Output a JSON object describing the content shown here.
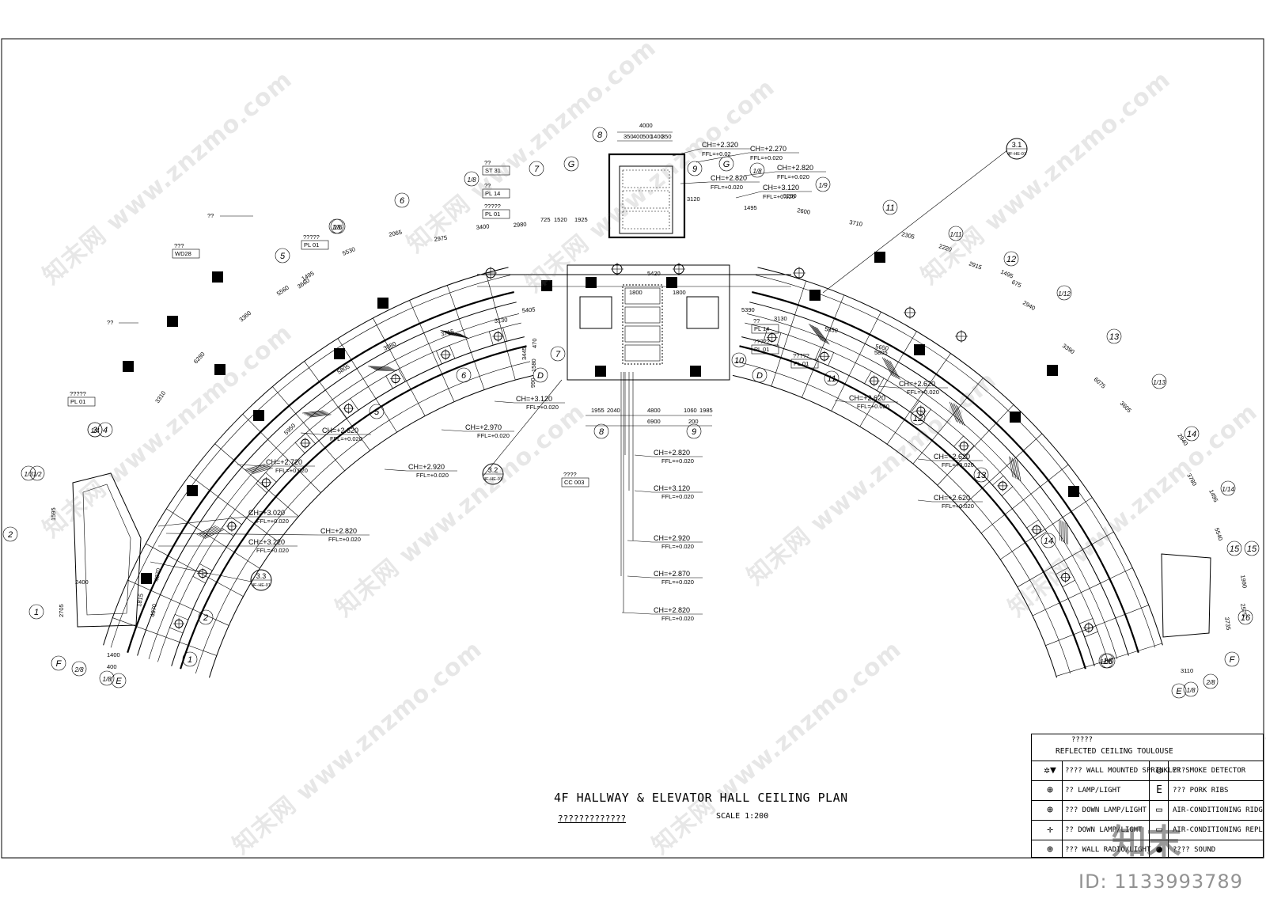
{
  "drawing": {
    "title": "4F HALLWAY & ELEVATOR HALL CEILING PLAN",
    "subtitle": "?????????????",
    "scale": "SCALE 1:200"
  },
  "legend": {
    "header_line1": "?????",
    "header_line2": "REFLECTED CEILING TOULOUSE",
    "rows": [
      {
        "left_icon": "sprinkler-icon",
        "left_label": "???? WALL MOUNTED SPRINKLER",
        "right_icon": "smoke-detector-icon",
        "right_label": "???SMOKE DETECTOR"
      },
      {
        "left_icon": "lamp-light-icon",
        "left_label": "??  LAMP/LIGHT",
        "right_icon": "pork-ribs-icon",
        "right_label": "??? PORK RIBS"
      },
      {
        "left_icon": "down-lamp-icon",
        "left_label": "??? DOWN LAMP/LIGHT",
        "right_icon": "air-conditioning-ridge-icon",
        "right_label": "AIR-CONDITIONING RIDG"
      },
      {
        "left_icon": "down-lamp-2-icon",
        "left_label": "?? DOWN LAMP/LIGHT",
        "right_icon": "air-conditioning-repl-icon",
        "right_label": "AIR-CONDITIONING REPL"
      },
      {
        "left_icon": "wall-radio-icon",
        "left_label": "??? WALL RADIO/LIGHT",
        "right_icon": "sound-icon",
        "right_label": "???? SOUND"
      }
    ]
  },
  "callouts": [
    {
      "text": "CH=+2.320"
    },
    {
      "text": "FFL=+0.02"
    },
    {
      "text": "CH=+2.270"
    },
    {
      "text": "FFL=+0.020"
    },
    {
      "text": "CH=+2.820"
    },
    {
      "text": "FFL=+0.020"
    },
    {
      "text": "CH=+2.820"
    },
    {
      "text": "FFL=+0.020"
    },
    {
      "text": "CH=+3.120"
    },
    {
      "text": "FFL=+0.020"
    },
    {
      "text": "CH=+3.120"
    },
    {
      "text": "FFL=+0.020"
    },
    {
      "text": "CH=+2.970"
    },
    {
      "text": "FFL=+0.020"
    },
    {
      "text": "CH=+2.920"
    },
    {
      "text": "FFL=+0.020"
    },
    {
      "text": "CH=+2.620"
    },
    {
      "text": "FFL=+0.020"
    },
    {
      "text": "CH=+2.720"
    },
    {
      "text": "FFL=+0.020"
    },
    {
      "text": "CH=+3.020"
    },
    {
      "text": "FFL=+0.020"
    },
    {
      "text": "CH=+3.220"
    },
    {
      "text": "FFL=+0.020"
    },
    {
      "text": "CH=+2.820"
    },
    {
      "text": "FFL=+0.020"
    },
    {
      "text": "CH=+2.620"
    },
    {
      "text": "FFL=+0.020"
    },
    {
      "text": "CH=+2.620"
    },
    {
      "text": "FFL=+0.020"
    },
    {
      "text": "CH=+2.620"
    },
    {
      "text": "FFL=+0.020"
    },
    {
      "text": "CH=+2.620"
    },
    {
      "text": "FFL=+0.020"
    },
    {
      "text": "CH=+2.820"
    },
    {
      "text": "FFL=+0.020"
    },
    {
      "text": "CH=+3.120"
    },
    {
      "text": "FFL=+0.020"
    },
    {
      "text": "CH=+2.920"
    },
    {
      "text": "FFL=+0.020"
    },
    {
      "text": "CH=+2.870"
    },
    {
      "text": "FFL=+0.020"
    },
    {
      "text": "CH=+2.820"
    },
    {
      "text": "FFL=+0.020"
    }
  ],
  "material_tags": [
    {
      "code": "??",
      "tag": "ST 31"
    },
    {
      "code": "??",
      "tag": "PL 14"
    },
    {
      "code": "?????",
      "tag": "PL 01"
    },
    {
      "code": "?????",
      "tag": "PL 01"
    },
    {
      "code": "???",
      "tag": "WD28"
    },
    {
      "code": "?????",
      "tag": "PL 01"
    },
    {
      "code": "??",
      "tag": "PL 14"
    },
    {
      "code": "?????",
      "tag": "PL 01"
    },
    {
      "code": "?????",
      "tag": "PL 01"
    },
    {
      "code": "????",
      "tag": "CC 003"
    }
  ],
  "leader_labels": [
    "??",
    "??"
  ],
  "section_marks": [
    {
      "num": "3.1",
      "ref": "4F-HE-01"
    },
    {
      "num": "3.2",
      "ref": "4F-HE-01"
    },
    {
      "num": "3.3",
      "ref": "4F-HE-01"
    }
  ],
  "grid_labels": [
    "8",
    "G",
    "9",
    "G",
    "7",
    "1/8",
    "1/9",
    "1/8",
    "6",
    "1/6",
    "5",
    "4",
    "3",
    "1/2",
    "2",
    "1",
    "F",
    "2/8",
    "1/8",
    "E",
    "11",
    "1/11",
    "12",
    "1/12",
    "13",
    "1/13",
    "14",
    "1/14",
    "15",
    "16",
    "1/16",
    "F",
    "2/8",
    "1/8",
    "E",
    "7",
    "10",
    "11",
    "12",
    "13",
    "14",
    "D",
    "D",
    "8",
    "9",
    "5",
    "6",
    "2",
    "1",
    "1/5",
    "1/4",
    "1/3",
    "15",
    "16"
  ],
  "dimensions": [
    "4000",
    "350",
    "400",
    "500",
    "1400",
    "350",
    "2065",
    "2975",
    "3400",
    "2980",
    "725",
    "1520",
    "1925",
    "5530",
    "5560",
    "1495",
    "3360",
    "6280",
    "3310",
    "3080",
    "5805",
    "5950",
    "3715",
    "5405",
    "3130",
    "3445",
    "990",
    "1580",
    "470",
    "1955",
    "2040",
    "4800",
    "1060",
    "1985",
    "6900",
    "200",
    "5420",
    "1800",
    "1800",
    "5390",
    "3130",
    "5850",
    "5650",
    "3710",
    "2305",
    "2220",
    "2915",
    "1495",
    "675",
    "2940",
    "3390",
    "6075",
    "3605",
    "2940",
    "3780",
    "1495",
    "5540",
    "1990",
    "2575",
    "3735",
    "3110",
    "1400",
    "400",
    "2400",
    "2705",
    "1595",
    "4870",
    "1815",
    "4870",
    "5805",
    "2600",
    "1495",
    "5290",
    "3120",
    "3660"
  ],
  "watermarks": [
    "www.znzmo.com",
    "知末网"
  ],
  "stamp": {
    "id_text": "ID: 1133993789",
    "logo_text": "知末"
  }
}
